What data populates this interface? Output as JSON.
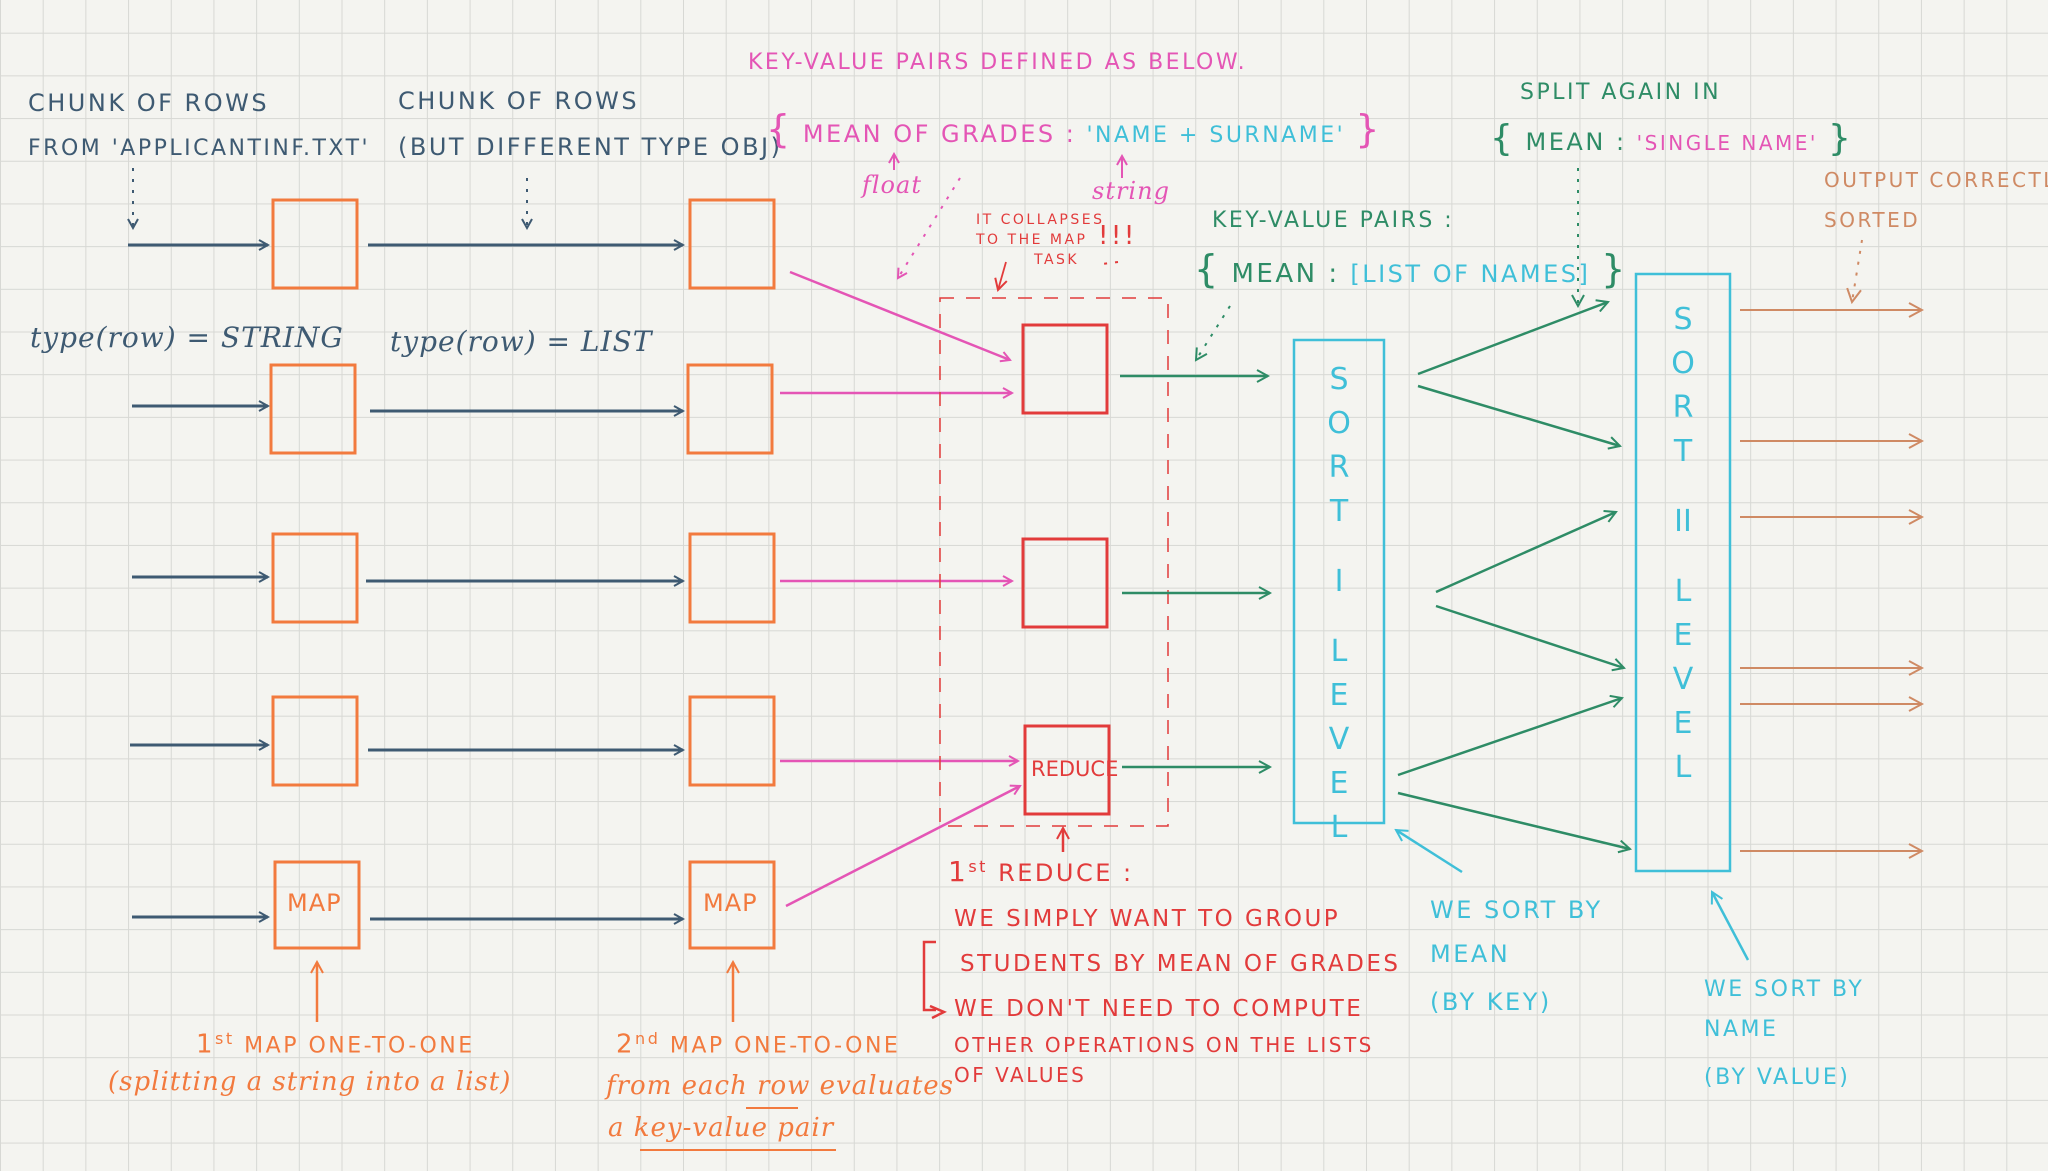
{
  "colors": {
    "slate": "#3e5a72",
    "orange": "#f27a3e",
    "pink": "#e455b5",
    "cyan": "#3fbfd8",
    "green": "#2e8c66",
    "red": "#e23b3b",
    "brown": "#cf8a64"
  },
  "input": {
    "line1": "CHUNK OF ROWS",
    "line2": "FROM 'APPLICANTINF.TXT'",
    "type_note": "type(row) = STRING"
  },
  "between_maps": {
    "line1": "CHUNK OF ROWS",
    "line2": "(BUT DIFFERENT TYPE OBJ)",
    "type_note": "type(row) = LIST"
  },
  "pairs_definition": {
    "title": "KEY-VALUE PAIRS DEFINED AS BELOW.",
    "open_brace": "{",
    "key": "MEAN OF GRADES",
    "colon": ":",
    "value": "'NAME + SURNAME'",
    "close_brace": "}",
    "key_type": "float",
    "value_type": "string"
  },
  "collapse_note": {
    "line1": "IT COLLAPSES",
    "line2": "TO THE MAP",
    "line3": "TASK",
    "marks": "!!!"
  },
  "reduce_output": {
    "title": "KEY-VALUE PAIRS :",
    "open_brace": "{",
    "key": "MEAN",
    "colon": ":",
    "value": "[LIST OF NAMES]",
    "close_brace": "}"
  },
  "split_note": {
    "line1": "SPLIT AGAIN IN",
    "open_brace": "{",
    "key": "MEAN",
    "colon": ":",
    "value": "'SINGLE NAME'",
    "close_brace": "}"
  },
  "output_note": {
    "line1": "OUTPUT CORRECTLY",
    "line2": "SORTED"
  },
  "map1": {
    "box_label": "MAP",
    "caption_num": "1",
    "caption_sup": "st",
    "caption_rest": "MAP ONE-TO-ONE",
    "caption_line2": "(splitting a string into a list)"
  },
  "map2": {
    "box_label": "MAP",
    "caption_num": "2",
    "caption_sup": "nd",
    "caption_rest": "MAP ONE-TO-ONE",
    "caption_line2": "from each row evaluates",
    "caption_line3": "a key-value pair"
  },
  "reduce": {
    "box_label": "REDUCE",
    "caption_num": "1",
    "caption_sup": "st",
    "caption_rest": "REDUCE :",
    "line2": "WE SIMPLY WANT TO GROUP",
    "line3": "STUDENTS BY MEAN OF GRADES",
    "line4": "WE DON'T NEED TO COMPUTE",
    "line5": "OTHER OPERATIONS ON THE LISTS",
    "line6": "OF VALUES"
  },
  "sort1": {
    "letters": [
      "S",
      "O",
      "R",
      "T",
      "I",
      "L",
      "E",
      "V",
      "E",
      "L"
    ],
    "caption_line1": "WE SORT BY",
    "caption_line2": "MEAN",
    "caption_line3": "(BY KEY)"
  },
  "sort2": {
    "letters": [
      "S",
      "O",
      "R",
      "T",
      "II",
      "L",
      "E",
      "V",
      "E",
      "L"
    ],
    "caption_line1": "WE SORT BY",
    "caption_line2": "NAME",
    "caption_line3": "(BY VALUE)"
  }
}
